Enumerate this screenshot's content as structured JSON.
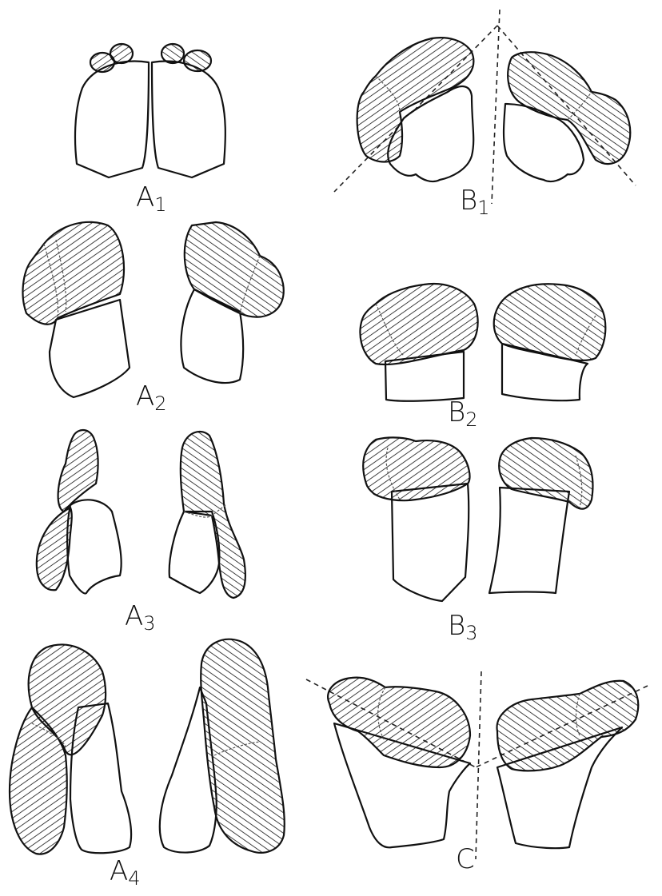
{
  "figures": [
    {
      "id": "A1",
      "letter": "A",
      "number": "1"
    },
    {
      "id": "A2",
      "letter": "A",
      "number": "2"
    },
    {
      "id": "A3",
      "letter": "A",
      "number": "3"
    },
    {
      "id": "A4",
      "letter": "A",
      "number": "4"
    },
    {
      "id": "B1",
      "letter": "B",
      "number": "1"
    },
    {
      "id": "B2",
      "letter": "B",
      "number": "2"
    },
    {
      "id": "B3",
      "letter": "B",
      "number": "3"
    },
    {
      "id": "C",
      "letter": "C",
      "number": ""
    }
  ],
  "colors": {
    "ink": "#111111",
    "paper": "#ffffff"
  }
}
